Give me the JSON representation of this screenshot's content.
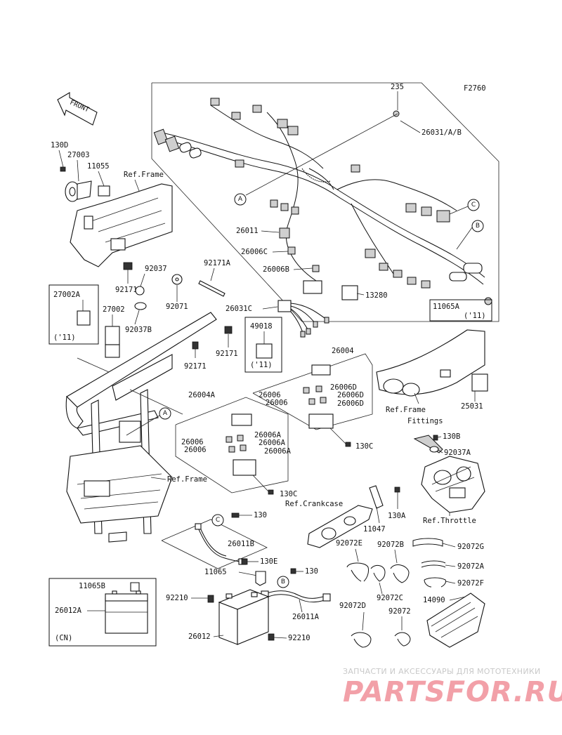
{
  "figure_code": "F2760",
  "front_label": "FRONT",
  "part_labels": {
    "p235": "235",
    "p26031": "26031/A/B",
    "p130d": "130D",
    "p27003": "27003",
    "p11055": "11055",
    "ref_frame_1": "Ref.Frame",
    "p26011": "26011",
    "p26006c": "26006C",
    "p26006b": "26006B",
    "p13280": "13280",
    "p11065a": "11065A",
    "p11_a": "('11)",
    "p92037": "92037",
    "p92171a": "92171A",
    "p92171_1": "92171",
    "p92071": "92071",
    "p27002a": "27002A",
    "p27002": "27002",
    "p11_b": "('11)",
    "p92037b": "92037B",
    "p26031c": "26031C",
    "p49018": "49018",
    "p11_c": "('11)",
    "p92171_2": "92171",
    "p92171_3": "92171",
    "p26004": "26004",
    "p26006_1": "26006",
    "p26006_2": "26006",
    "p26006d_1": "26006D",
    "p26006d_2": "26006D",
    "p26006d_3": "26006D",
    "ref_frame_fittings_1": "Ref.Frame",
    "ref_frame_fittings_2": "Fittings",
    "p25031": "25031",
    "p26004a": "26004A",
    "p26006_3": "26006",
    "p26006_4": "26006",
    "p26006a_1": "26006A",
    "p26006a_2": "26006A",
    "p26006a_3": "26006A",
    "p130c_1": "130C",
    "p130b": "130B",
    "p92037a": "92037A",
    "ref_frame_2": "Ref.Frame",
    "p130c_2": "130C",
    "ref_crankcase": "Ref.Crankcase",
    "p130a": "130A",
    "p11047": "11047",
    "ref_throttle": "Ref.Throttle",
    "p130_1": "130",
    "p26011b": "26011B",
    "p92072e": "92072E",
    "p92072b": "92072B",
    "p92072g": "92072G",
    "p130e": "130E",
    "p92072a": "92072A",
    "p11065": "11065",
    "p130_2": "130",
    "p92072f": "92072F",
    "p11065b": "11065B",
    "p92072c": "92072C",
    "p14090": "14090",
    "p26012a": "26012A",
    "p92210_1": "92210",
    "p26011a": "26011A",
    "p92072d": "92072D",
    "p92072": "92072",
    "p26012": "26012",
    "p92210_2": "92210",
    "cn": "(CN)"
  },
  "callouts": {
    "a1": "A",
    "b1": "B",
    "c1": "C",
    "a2": "A",
    "c2": "C",
    "b2": "B"
  },
  "watermark": {
    "line1": "ЗАПЧАСТИ И АКСЕССУАРЫ ДЛЯ МОТОТЕХНИКИ",
    "line2": "PARTSFOR.RU"
  }
}
